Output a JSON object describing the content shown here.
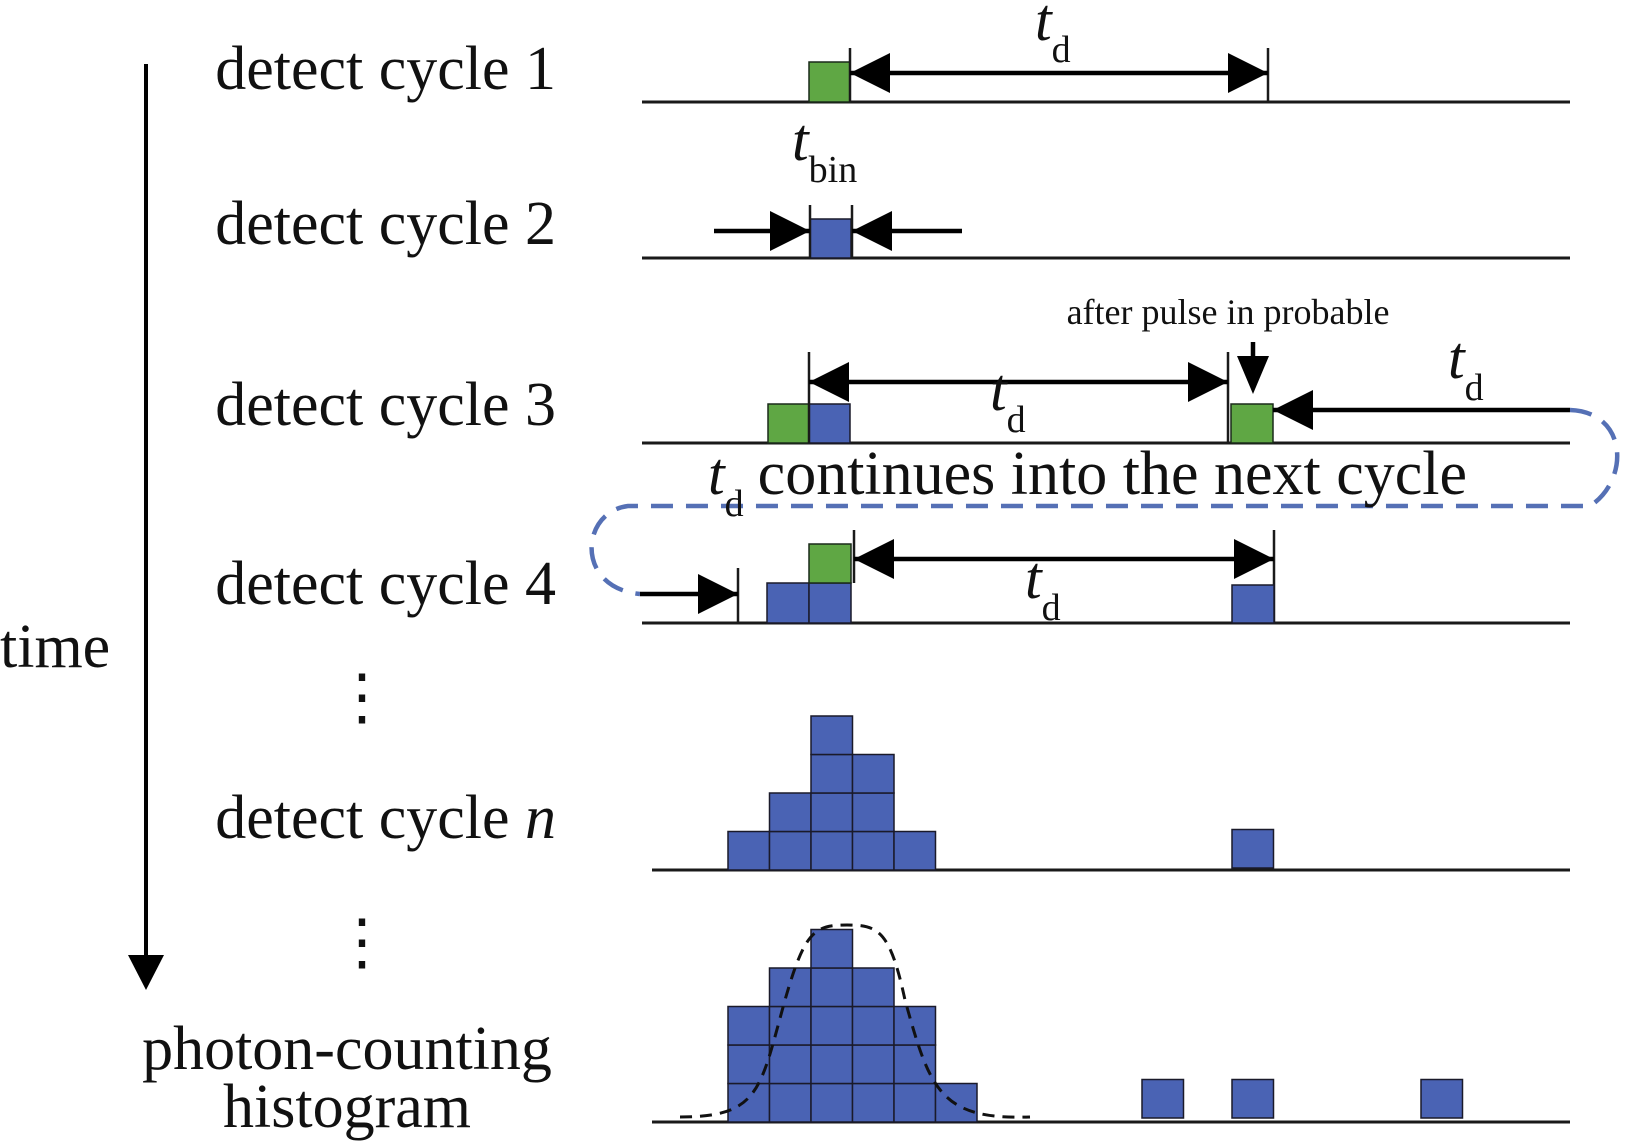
{
  "colors": {
    "photon_bin": "#4a63b4",
    "signal_pulse": "#5fa744",
    "loop_dashed": "#5570b5"
  },
  "time_axis": {
    "label": "time"
  },
  "rows": {
    "cycle1": {
      "label_text": "detect cycle 1"
    },
    "cycle2": {
      "label_text": "detect cycle 2"
    },
    "cycle3": {
      "label_text": "detect cycle 3"
    },
    "cycle4": {
      "label_text": "detect cycle 4"
    },
    "cyclen": {
      "label_text": "detect cycle ",
      "label_n": "n"
    },
    "histogram": {
      "line1": "photon-counting",
      "line2": "histogram"
    },
    "ellipsis": "⋮"
  },
  "symbols": {
    "t": "t",
    "d": "d",
    "bin": "bin"
  },
  "annotations": {
    "afterpulse": "after pulse in probable",
    "continues": "continues into the next cycle"
  },
  "histogram_counts": {
    "cycle_n_columns": [
      1,
      2,
      4,
      3,
      1
    ],
    "cycle_n_isolated": [
      1
    ],
    "final_columns": [
      3,
      4,
      5,
      4,
      3,
      1
    ],
    "final_isolated": [
      1,
      1,
      1
    ]
  },
  "legend_icons": [
    "arrow-right-icon",
    "arrow-left-icon",
    "arrow-down-icon"
  ]
}
